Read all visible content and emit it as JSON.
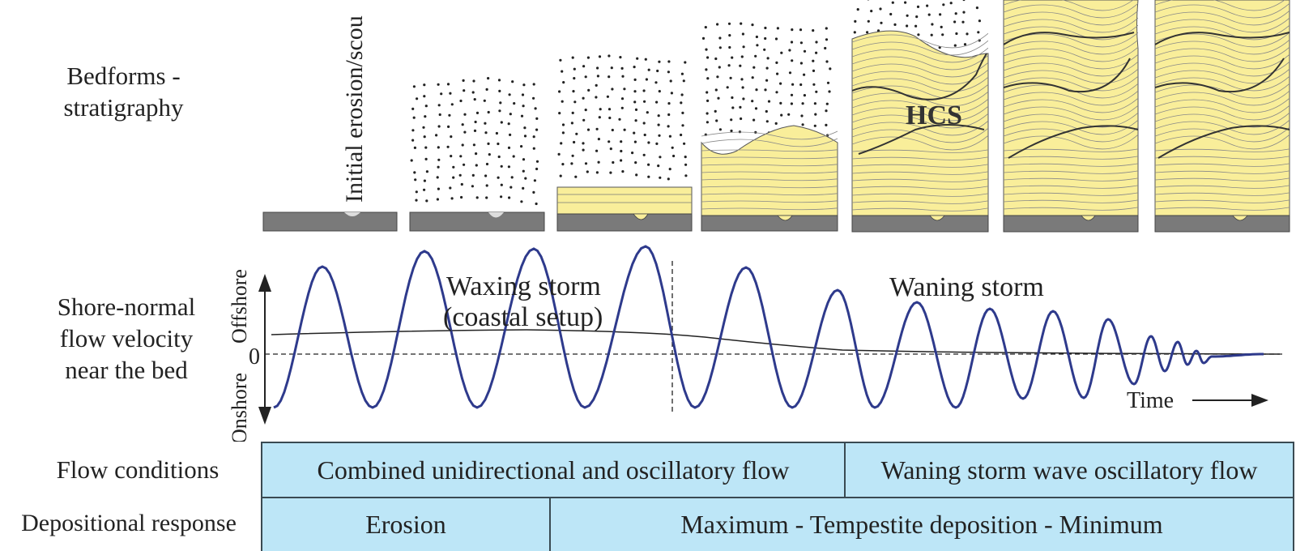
{
  "labels": {
    "bedforms": "Bedforms -\nstratigraphy",
    "velocity": "Shore-normal\nflow velocity\nnear the bed",
    "flow_conditions": "Flow conditions",
    "depositional_response": "Depositional response"
  },
  "diagram": {
    "vertical_label": "Initial erosion/scou",
    "hcs_label": "HCS",
    "axis_offshore": "Offshore",
    "axis_onshore": "Onshore",
    "axis_zero": "0",
    "waxing_line1": "Waxing storm",
    "waxing_line2": "(coastal setup)",
    "waning": "Waning storm",
    "time": "Time"
  },
  "flow_cells": [
    "Combined unidirectional and oscillatory flow",
    "Waning storm wave oscillatory flow"
  ],
  "depo_cells": [
    "Erosion",
    "Maximum - Tempestite deposition - Minimum"
  ],
  "colors": {
    "sand": "#f9ee9a",
    "base": "#7a7a7a",
    "wave": "#2e3a8c",
    "table_fill": "#bde6f7"
  }
}
